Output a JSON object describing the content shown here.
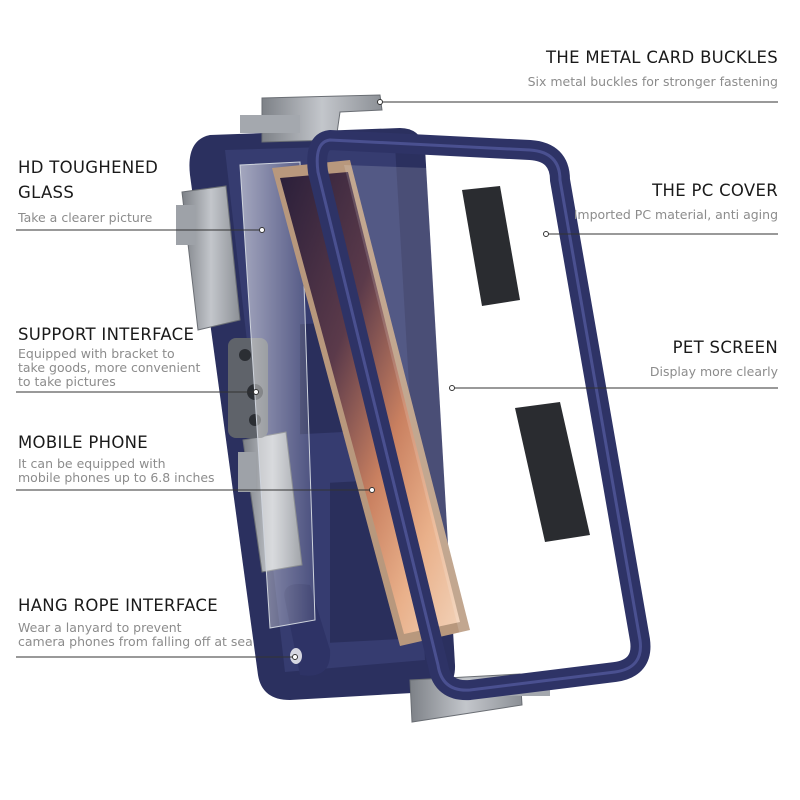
{
  "colors": {
    "frame": "#2e3366",
    "frame_light": "#3d4380",
    "buckle": "#9ea2a8",
    "line": "#333333",
    "title_text": "#1a1a1a",
    "desc_text": "#8c8c8c"
  },
  "features": [
    {
      "id": "metal-card-buckles",
      "title": "THE METAL CARD BUCKLES",
      "desc": "Six metal buckles for stronger fastening"
    },
    {
      "id": "hd-toughened-glass",
      "title": "HD TOUGHENED\nGLASS",
      "desc": "Take a clearer picture"
    },
    {
      "id": "pc-cover",
      "title": "THE PC COVER",
      "desc": "Imported PC material, anti aging"
    },
    {
      "id": "support-interface",
      "title": "SUPPORT INTERFACE",
      "desc": "Equipped with bracket to\ntake goods, more convenient\nto take pictures"
    },
    {
      "id": "pet-screen",
      "title": "PET SCREEN",
      "desc": "Display more clearly"
    },
    {
      "id": "mobile-phone",
      "title": "MOBILE PHONE",
      "desc": "It can be equipped with\nmobile phones up to 6.8 inches"
    },
    {
      "id": "hang-rope-interface",
      "title": "HANG ROPE INTERFACE",
      "desc": "Wear a lanyard to prevent\ncamera phones from falling off at sea"
    }
  ]
}
